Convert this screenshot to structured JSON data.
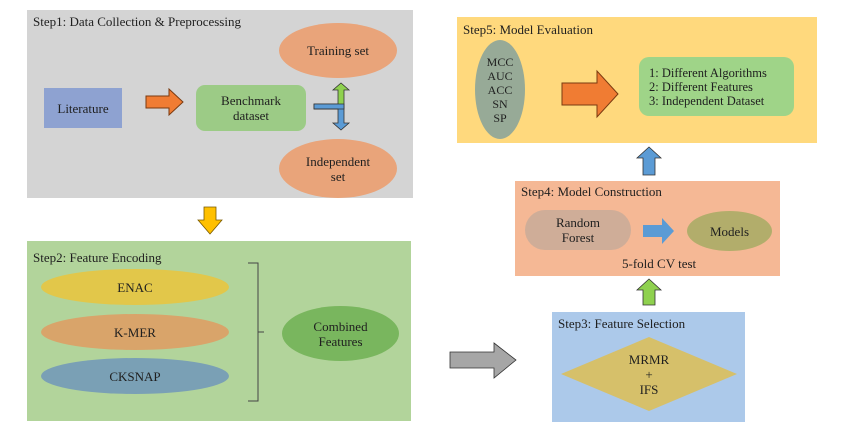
{
  "step1": {
    "title": "Step1: Data Collection & Preprocessing",
    "literature": "Literature",
    "benchmark": "Benchmark\ndataset",
    "training_set": "Training set",
    "independent_set": "Independent\nset"
  },
  "step2": {
    "title": "Step2: Feature Encoding",
    "features": [
      "ENAC",
      "K-MER",
      "CKSNAP"
    ],
    "combined": "Combined\nFeatures"
  },
  "step3": {
    "title": "Step3: Feature Selection",
    "method": "MRMR\n+\nIFS"
  },
  "step4": {
    "title": "Step4: Model Construction",
    "classifier": "Random\nForest",
    "models": "Models",
    "validation": "5-fold CV test"
  },
  "step5": {
    "title": "Step5: Model Evaluation",
    "metrics": "MCC\nAUC\nACC\nSN\nSP",
    "comparisons": "1: Different Algorithms\n2: Different Features\n3: Independent Dataset"
  },
  "colors": {
    "step1_bg": "#d4d4d4",
    "step2_bg": "#b2d49b",
    "step3_bg": "#acc9ea",
    "step4_bg": "#f5b895",
    "step5_bg": "#ffd97d",
    "literature": "#8ea2d1",
    "benchmark": "#9ccb86",
    "salmon_ellipse": "#e9a47a",
    "enac": "#e2c74a",
    "kmer": "#d9a46a",
    "cksnap": "#7aa0b5",
    "combined": "#79b65e",
    "diamond": "#d6c06a",
    "random_forest": "#cfad98",
    "models": "#b2ad6b",
    "metrics": "#97aa97",
    "comparisons": "#9fd488",
    "orange_arrow": "#f07c33",
    "yellow_arrow": "#ffc000",
    "blue_arrow": "#5b9bd5",
    "green_arrow": "#8fd14f",
    "gray_arrow": "#a6a6a6"
  }
}
